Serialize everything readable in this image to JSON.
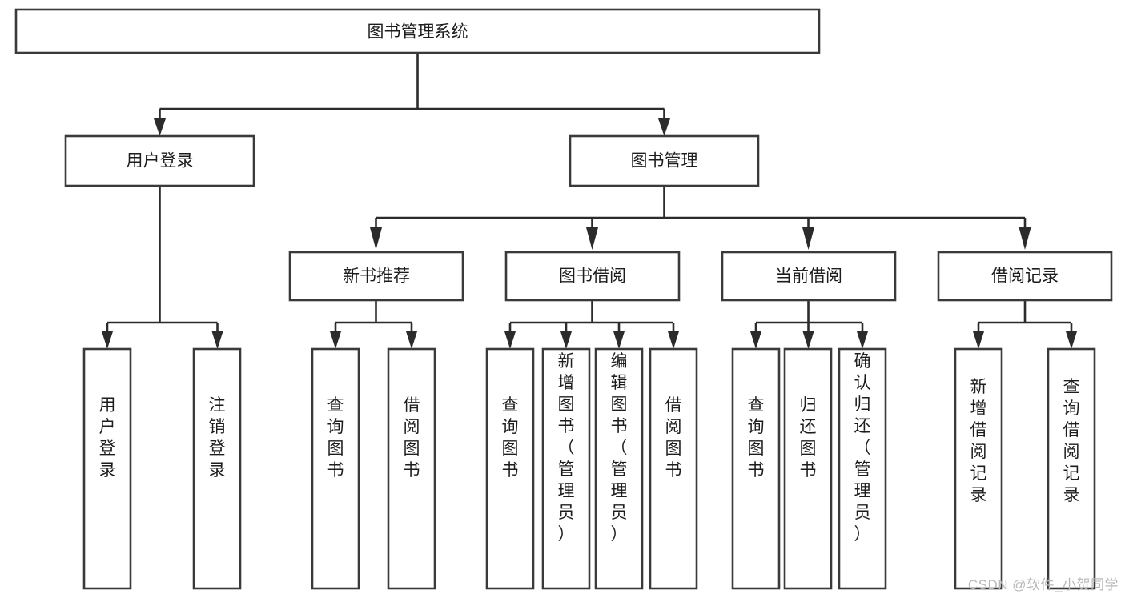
{
  "diagram": {
    "type": "tree-hierarchy",
    "title": "图书管理系统",
    "watermark": "CSDN @软件_小贺同学",
    "colors": {
      "box_stroke": "#3a3a3a",
      "box_fill": "#ffffff",
      "connector": "#2b2b2b",
      "text": "#1d1d1d",
      "watermark": "#b9b9b9",
      "background": "#ffffff"
    },
    "levels": [
      {
        "level": 1,
        "nodes": [
          {
            "id": "root",
            "label": "图书管理系统",
            "orientation": "horizontal"
          }
        ]
      },
      {
        "level": 2,
        "nodes": [
          {
            "id": "login",
            "label": "用户登录",
            "orientation": "horizontal",
            "parent": "root"
          },
          {
            "id": "bookmgmt",
            "label": "图书管理",
            "orientation": "horizontal",
            "parent": "root"
          }
        ]
      },
      {
        "level": 3,
        "nodes": [
          {
            "id": "newbook",
            "label": "新书推荐",
            "orientation": "horizontal",
            "parent": "bookmgmt"
          },
          {
            "id": "borrow",
            "label": "图书借阅",
            "orientation": "horizontal",
            "parent": "bookmgmt"
          },
          {
            "id": "current",
            "label": "当前借阅",
            "orientation": "horizontal",
            "parent": "bookmgmt"
          },
          {
            "id": "records",
            "label": "借阅记录",
            "orientation": "horizontal",
            "parent": "bookmgmt"
          }
        ]
      },
      {
        "level": 4,
        "nodes": [
          {
            "id": "leaf-1",
            "label": "用户登录",
            "orientation": "vertical",
            "parent": "login"
          },
          {
            "id": "leaf-2",
            "label": "注销登录",
            "orientation": "vertical",
            "parent": "login"
          },
          {
            "id": "leaf-3",
            "label": "查询图书",
            "orientation": "vertical",
            "parent": "newbook"
          },
          {
            "id": "leaf-4",
            "label": "借阅图书",
            "orientation": "vertical",
            "parent": "newbook"
          },
          {
            "id": "leaf-5",
            "label": "查询图书",
            "orientation": "vertical",
            "parent": "borrow"
          },
          {
            "id": "leaf-6",
            "label": "新增图书（管理员）",
            "orientation": "vertical",
            "parent": "borrow"
          },
          {
            "id": "leaf-7",
            "label": "编辑图书（管理员）",
            "orientation": "vertical",
            "parent": "borrow"
          },
          {
            "id": "leaf-8",
            "label": "借阅图书",
            "orientation": "vertical",
            "parent": "borrow"
          },
          {
            "id": "leaf-9",
            "label": "查询图书",
            "orientation": "vertical",
            "parent": "current"
          },
          {
            "id": "leaf-10",
            "label": "归还图书",
            "orientation": "vertical",
            "parent": "current"
          },
          {
            "id": "leaf-11",
            "label": "确认归还（管理员）",
            "orientation": "vertical",
            "parent": "current"
          },
          {
            "id": "leaf-12",
            "label": "新增借阅记录",
            "orientation": "vertical",
            "parent": "records"
          },
          {
            "id": "leaf-13",
            "label": "查询借阅记录",
            "orientation": "vertical",
            "parent": "records"
          }
        ]
      }
    ]
  }
}
